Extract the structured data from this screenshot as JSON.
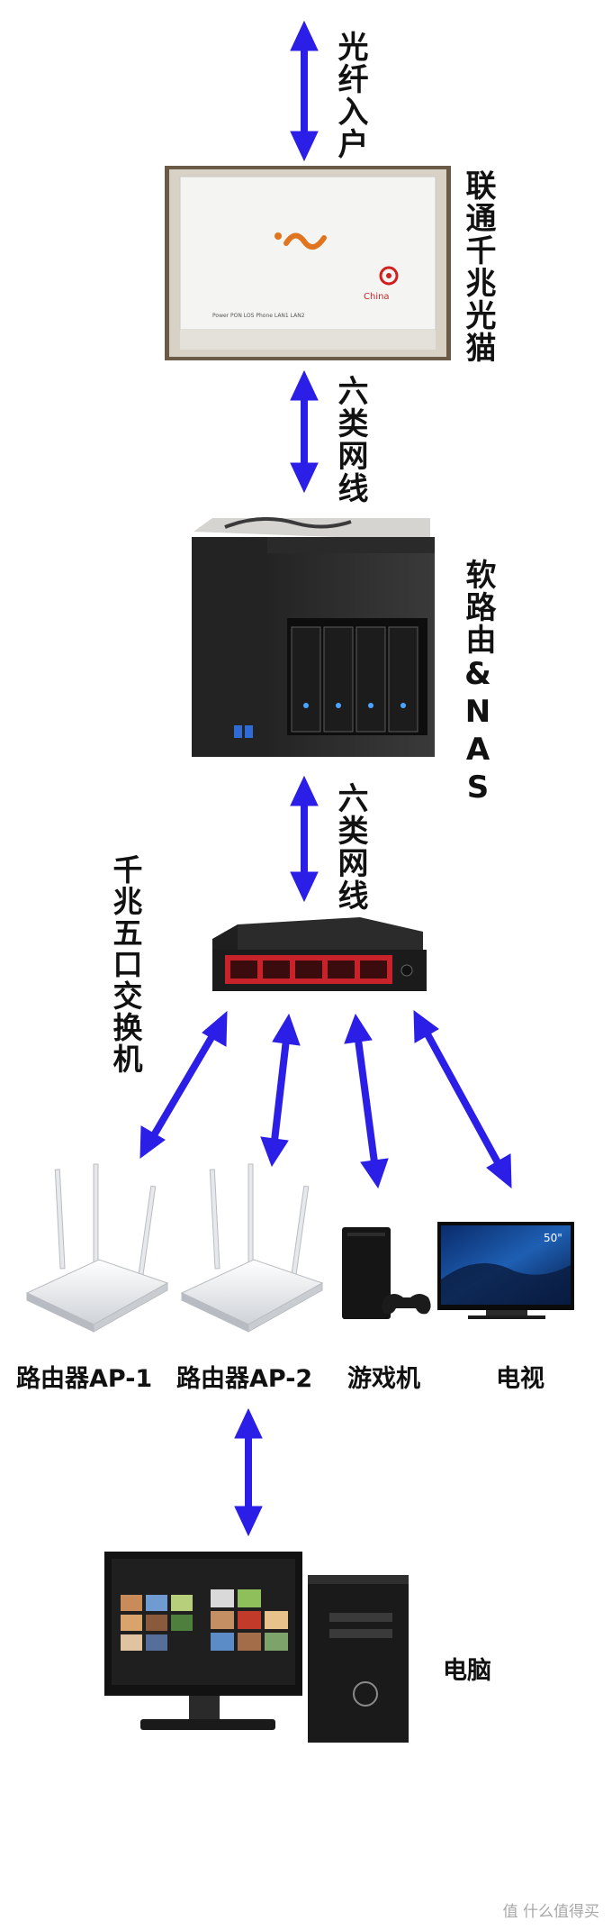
{
  "labels": {
    "fiber_in": "光纤入户",
    "onu": "联通千兆光猫",
    "cat6_1": "六类网线",
    "router_nas": "软路由&NAS",
    "cat6_2": "六类网线",
    "switch": "千兆五口交换机",
    "ap1": "路由器AP-1",
    "ap2": "路由器AP-2",
    "console": "游戏机",
    "tv": "电视",
    "pc": "电脑"
  },
  "devices": {
    "onu_text": {
      "brand": "China",
      "indicators": "Power   PON   LOS          Phone   LAN1   LAN2"
    },
    "tv_size": "50\""
  },
  "watermark": "值 什么值得买",
  "colors": {
    "arrow": "#2b1ee6",
    "switch_ports": "#c8222a",
    "background": "#ffffff"
  }
}
